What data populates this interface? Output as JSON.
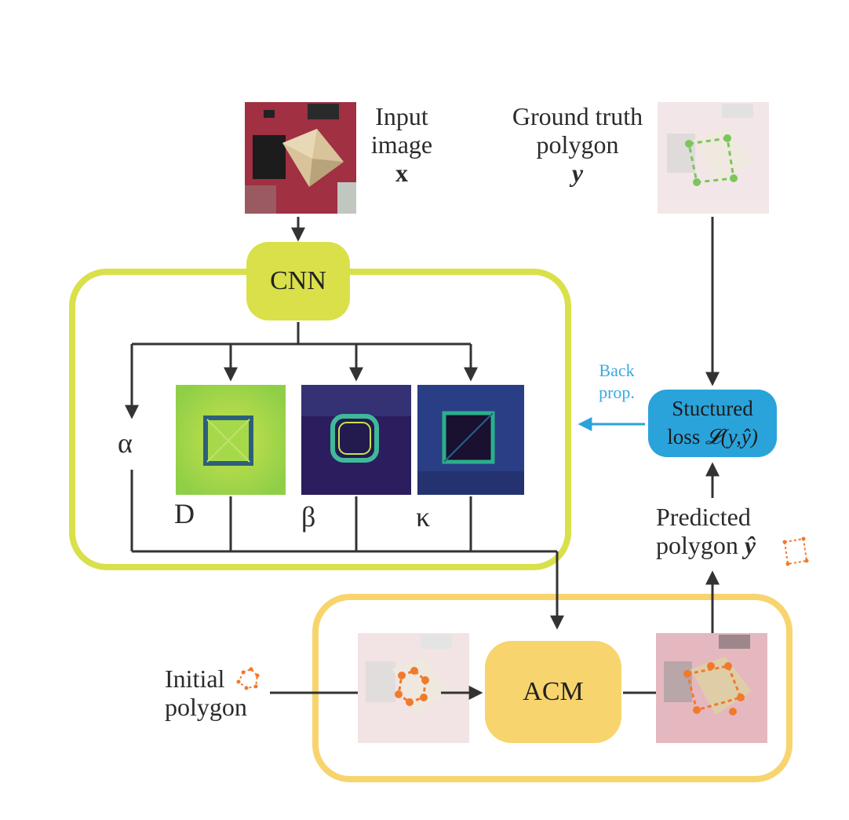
{
  "input": {
    "line1": "Input",
    "line2": "image",
    "symbol": "x"
  },
  "ground_truth": {
    "line1": "Ground truth",
    "line2": "polygon",
    "symbol": "y"
  },
  "cnn": {
    "label": "CNN"
  },
  "acm": {
    "label": "ACM"
  },
  "outputs": {
    "alpha": "α",
    "d": "D",
    "beta": "β",
    "kappa": "κ"
  },
  "backprop": {
    "line1": "Back",
    "line2": "prop."
  },
  "loss": {
    "line1": "Stuctured",
    "line2_prefix": "loss",
    "formula": "𝓛(y,ŷ)"
  },
  "predicted": {
    "line1": "Predicted",
    "line2": "polygon",
    "symbol": "ŷ"
  },
  "initial": {
    "line1": "Initial",
    "line2": "polygon"
  },
  "colors": {
    "cnn_green": "#d9e04a",
    "acm_yellow": "#f8d46e",
    "loss_blue": "#2aa3db",
    "backprop_text": "#3aa9e0",
    "polygon_orange": "#f07a2c",
    "gt_green": "#6cc04a",
    "arrow": "#333333"
  },
  "icons": [
    "input-image",
    "ground-truth-image",
    "d-map",
    "beta-map",
    "kappa-map",
    "initial-polygon-image",
    "result-image"
  ]
}
